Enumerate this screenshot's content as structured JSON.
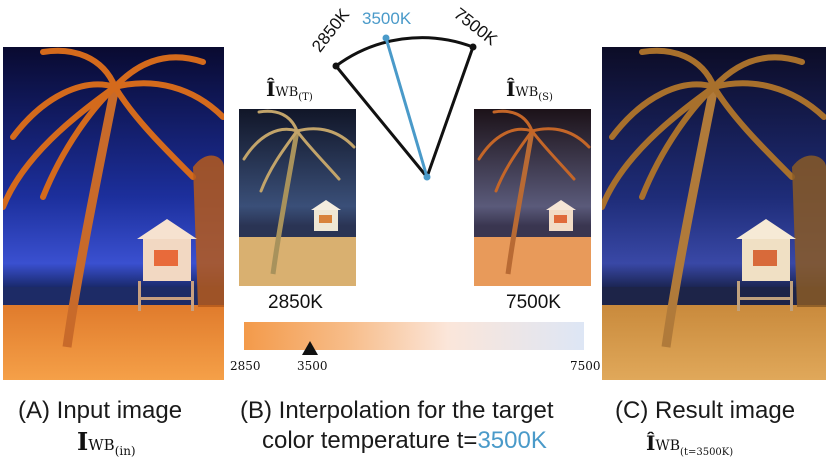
{
  "panels": {
    "a": {
      "caption": "(A) Input image",
      "math_main": "I",
      "math_sub": "WB",
      "math_subsub": "(in)"
    },
    "b": {
      "caption_line1": "(B) Interpolation for the target",
      "caption_line2_prefix": "color temperature t=",
      "caption_line2_value": "3500K",
      "left_math_main": "Î",
      "left_math_sub": "WB",
      "left_math_subsub": "(T)",
      "left_temp": "2850K",
      "right_math_main": "Î",
      "right_math_sub": "WB",
      "right_math_subsub": "(S)",
      "right_temp": "7500K"
    },
    "c": {
      "caption": "(C) Result image",
      "math_main": "Î",
      "math_sub": "WB",
      "math_subsub": "(t=3500K)"
    }
  },
  "fan": {
    "left_label": "2850K",
    "target_label": "3500K",
    "right_label": "7500K"
  },
  "gradient_bar": {
    "min_label": "2850",
    "marker_label": "3500",
    "max_label": "7500",
    "marker_value": 3500,
    "min": 2850,
    "max": 7500
  },
  "colors": {
    "accent": "#4a9ac9",
    "warm": "#f39a4a",
    "cool": "#dde6f5"
  }
}
